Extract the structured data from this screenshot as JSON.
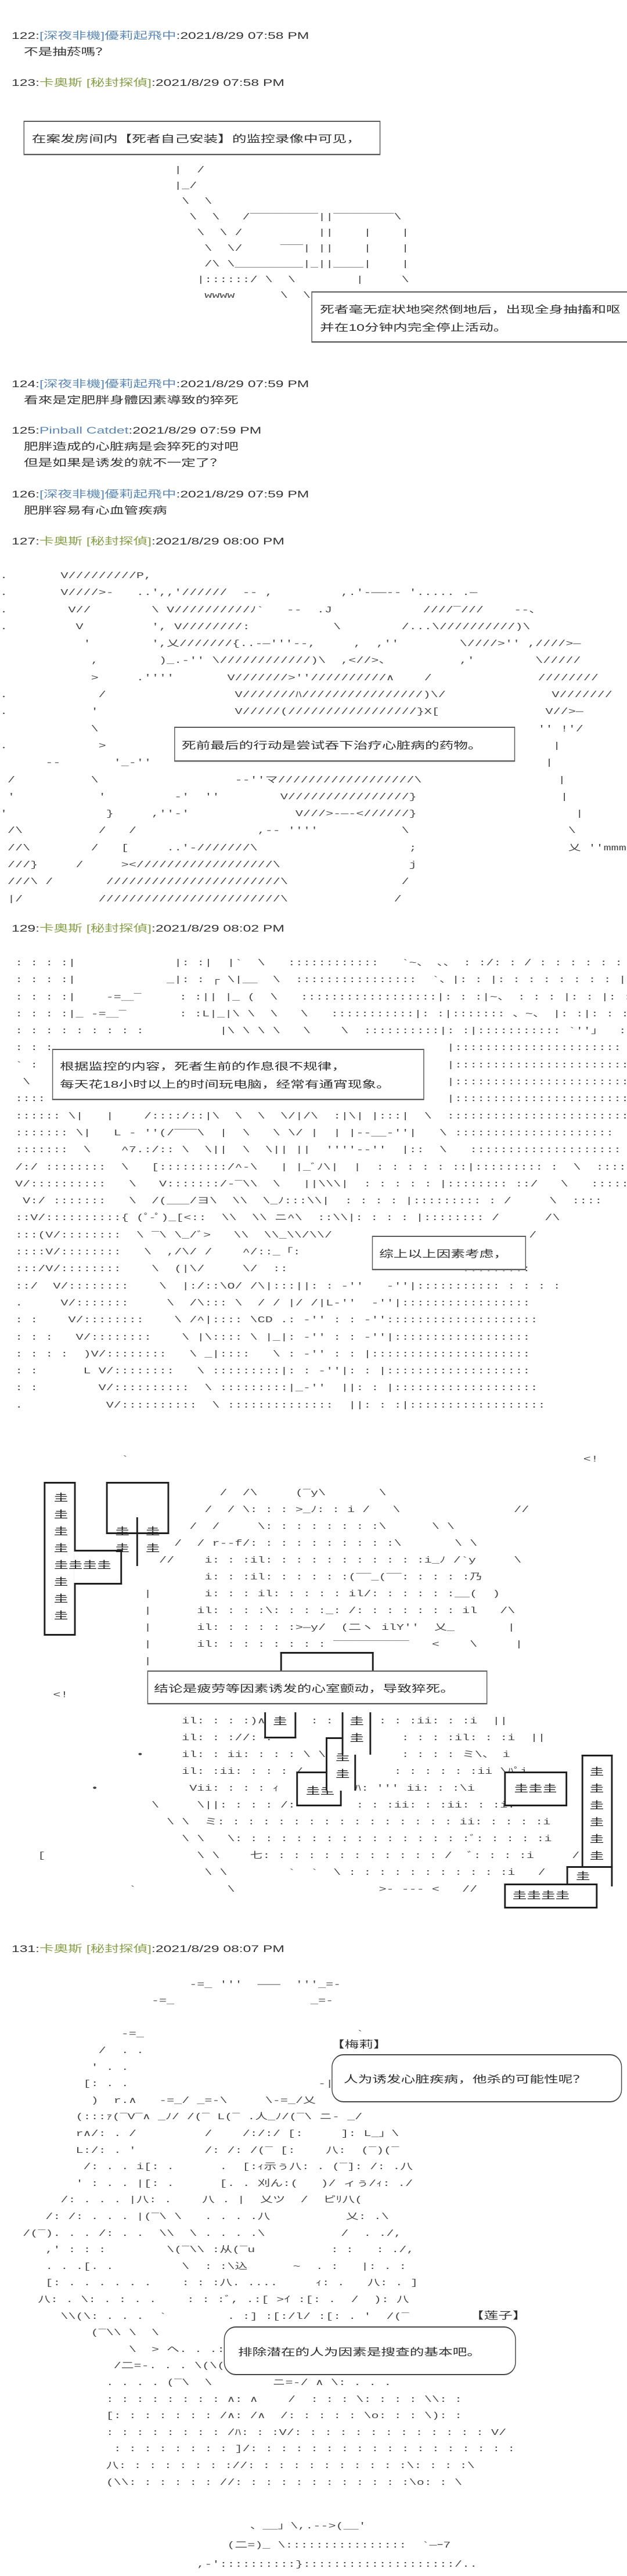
{
  "colors": {
    "text": "#333333",
    "name_blue": "#5b88b5",
    "name_olive": "#88a04a",
    "box_border": "#5a5a5a",
    "ascii_art": "#474747",
    "background": "#ffffff"
  },
  "posts": [
    {
      "num": "122:",
      "name": "[深夜非機]優莉起飛中",
      "time": ":2021/8/29 07:58 PM",
      "body": [
        "不是抽菸嗎？"
      ]
    },
    {
      "num": "123:",
      "name": "卡奧斯 [秘封探偵]",
      "time": ":2021/8/29 07:58 PM",
      "body": []
    },
    {
      "num": "124:",
      "name": "[深夜非機]優莉起飛中",
      "time": ":2021/8/29 07:59 PM",
      "body": [
        "看來是定肥胖身體因素導致的猝死"
      ]
    },
    {
      "num": "125:",
      "name": "Pinball Catdet",
      "time": ":2021/8/29 07:59 PM",
      "body": [
        "肥胖造成的心脏病是会猝死的对吧",
        "但是如果是诱发的就不一定了？"
      ]
    },
    {
      "num": "126:",
      "name": "[深夜非機]優莉起飛中",
      "time": ":2021/8/29 07:59 PM",
      "body": [
        "肥胖容易有心血管疾病"
      ]
    },
    {
      "num": "127:",
      "name": "卡奧斯 [秘封探偵]",
      "time": ":2021/8/29 08:00 PM",
      "body": []
    },
    {
      "num": "129:",
      "name": "卡奧斯 [秘封探偵]",
      "time": ":2021/8/29 08:02 PM",
      "body": []
    },
    {
      "num": "131:",
      "name": "卡奧斯 [秘封探偵]",
      "time": ":2021/8/29 08:07 PM",
      "body": []
    }
  ],
  "captions": {
    "c1": "在案发房间内【死者自己安装】的监控录像中可见，",
    "c2": [
      "死者毫无症状地突然倒地后，出现全身抽搐和呕",
      "并在10分钟内完全停止活动。"
    ],
    "c3": "死前最后的行动是尝试吞下治疗心脏病的药物。",
    "c4": [
      "根据监控的内容，死者生前的作息很不规律，",
      "每天花18小时以上的时间玩电脑，经常有通宵现象。"
    ],
    "c5": "综上以上因素考虑，",
    "c6": "结论是疲劳等因素诱发的心室颤动，导致猝死。"
  },
  "speech": [
    {
      "speaker": "【梅莉】",
      "text": "人为诱发心脏疾病，他杀的可能性呢？"
    },
    {
      "speaker": "【莲子】",
      "text": "排除潜在的人为因素是搜查的基本吧。"
    }
  ],
  "gui": {
    "left_bar": [
      "圭",
      "圭",
      "圭",
      "圭",
      "",
      "圭",
      "圭",
      "圭"
    ],
    "left_row": "圭圭圭圭",
    "left_pair_a": [
      "圭",
      "圭"
    ],
    "left_pair_b": [
      "圭",
      "圭"
    ],
    "mid_cap": "圭",
    "mid_s1": [
      "圭",
      "圭"
    ],
    "mid_s2": [
      "圭",
      "圭"
    ],
    "mid_s3": "圭圭",
    "right_box": "圭圭圭",
    "right_bar": [
      "圭",
      "圭",
      "圭",
      "圭",
      "圭",
      "圭"
    ],
    "right_step": "圭",
    "right_bottom": "圭圭圭圭"
  },
  "aa": {
    "scene_collapse": [
      "|  /",
      "|_/",
      " \\  \\",
      "  \\  \\   /‾‾‾‾‾‾‾‾‾||‾‾‾‾‾‾‾‾\\",
      "   \\  \\ /          ||    |    |",
      "    \\  \\/     ‾‾‾| ||    |    |",
      "    /\\ \\_________|_||____|    |",
      "   |::::::/ \\  \\        |     \\",
      "    wwww      \\  \\             \\"
    ],
    "scene_pills": [
      ".       V/////////P,",
      ".       V////>-   ..',,'//////  -- ,         ,.'-――-- '..... .―",
      ".        V//        \\ V//////////ﾉ`   --  .J            ////‾///    --、",
      ".         V         ', V////////:           \\        /...\\//////////)\\",
      "           '        ',乂///////{..-―'''--,     ,  ,''        \\////>'' ,////>―",
      "            ,        )_.-'' \\////////////)\\  ,<//>、         ,'        \\/////",
      "            >     .''''       V///////>''//////////∧    /              ////////",
      ".            /                 V///////ﾊ////////////////)\\/              V///////",
      ".           '                  V/////(/////////////////}X[              V//>―",
      "            \\                                                          '' !'/",
      ".            >                                                           |",
      "      --       '_-''                                                    |",
      " /          \\                  --''マ//////////////////\\                  |",
      " '           '         -'  ''        V////////////////}                   |",
      "'             }     ,''-'              V///>-―-<//////}                     |",
      " /\\          /   /                ,-- ''''           \\                     \\",
      " //\\        /   [     ..'-///////\\                    ;                    乂 ''mmm''",
      " ///}     /     ><//////////////////\\                 j",
      " ///\\ /       ///////////////////////\\               /",
      " |/          ////////////////////////\\              /"
    ],
    "scene_room": [
      "  : : : :|             |: :|  |`  \\   ::::::::::::   `~、 、、 : :/: : / : : : : : : |: : |: : : :",
      "  : : : :|            _|: : ┌ \\|__  \\  ::::::::::::::::  `、|: : |: : : : : : : : |: : :|: : : :",
      "  : : : :|    -=＿‾     : :|| |_ (  \\   ::::::::::::::::::|: : :|~、 : : : |: : |: : : : : :",
      "  : : : :|_ -=＿‾       : :L|_|\\ \\  \\   \\   :::::::::::|: :|::::::: 、~、 |: :|: : : : :",
      "  : : : : : : : : :          |\\ \\ \\ \\   \\    \\  ::::::::::|: :|::::::::::: `''」  : : : : :",
      "  : : :                                                    |::::::::::::::::::::::   `~、: : :",
      "  ` :                                                      |:::::::::::::::::::::::::      、~",
      "   \\                                                       |:::::::::::::::::::::::::::::::::::",
      "  ::::                                                     |:::::::::::::::::::::::::::::::::::",
      "  :::::: \\|   |    /::::/::|\\  \\  \\  \\/|/\\  :|\\| |:::|  \\  ::::::::::::::::::::::::",
      "  ::::::: \\|   L - ''(/‾‾‾\\  |  \\   \\ \\/ |  | |--__-''|   \\ :::::::::::::::::::::",
      "  :::::::  \\    ^7.:/:: \\  \\||  \\  \\|| ||  ''''--''  |::  \\   ::::::::::::::::::::",
      "  /:/ ::::::::  \\   [:::::::::/^-\\   | |_ﾞﾉ\\|  |  : : : : : ::|::::::::: :  \\  ::::::",
      "  V/::::::::::   \\   V:::::::/-‾\\\\  \\   ||\\\\\\|  : : : : : |:::::::: ::/   \\   :::::",
      "   V:/ :::::::   \\  /(___/ヨ\\  \\\\  \\_ﾉ:::\\\\|  : : : : |::::::::: : /     \\  ::::",
      "  ::V/::::::::::{ (ﾟ-ﾟ)_[<::  \\\\  \\\\ ニ^\\  ::\\\\|: : : : |:::::::: /      /\\",
      "  :::(V/::::::::  \\ ‾\\ \\_/ﾞ>   \\\\  \\\\_\\\\/\\\\/                          /",
      "  ::::V/::::::::   \\  ,/\\/ /    ^/::_「:                     ::\\ /:::",
      "  :::/V/::::::::    \\  (|\\/     \\/  ::                       :::::::::",
      "  ::/  V/::::::::    \\  |:/::\\O/ /\\|:::||: : -''   -''|::::::::::: : : : :",
      "  .     V/:::::::     \\  /\\::: \\  / / |/ /|L-''  -''|:::::::::::::::::",
      "  : :    V/::::::::    \\ /^|:::: \\CD .: -'' : : -''::::::::::::::::::::",
      "  : : :   V/::::::::    \\ |\\:::: \\ |_|: -'' : : -''|::::::::::::::::::",
      "  : : : :  )V/::::::::   \\ _|::::   \\ : -'' : : |:::::::::::::::::::::",
      "  : :      L V/::::::::   \\ :::::::::|: : -''|: : |:::::::::::::::::::",
      "  : :        V/::::::::::  \\ :::::::::|_-''  ||: : |:::::::::::::::::::",
      "  .           V/::::::::::  \\ ::::::::::::::  ||: : :|::::::::::::::::::"
    ],
    "scene_conclusion_top": [
      "                `                                                            <!",
      "",
      "                             /  /\\     (‾y\\       \\",
      "                           /  / \\: : : >_ﾉ: : i /   \\               //",
      "                         /  /     \\: : : : : : : :\\      \\ \\",
      "                       /  / r--f/: : : : : : : : : :\\       \\ \\",
      "                     //    i: : :il: : : : : : : : : : :i_ﾉ /`y     \\",
      "                           i: : :il: : : : : :(‾‾_(‾‾: : : : :乃",
      "                   |       i: : : il: : : : : il/: : : : : :__(  )                         ｨ",
      "                   |      il: : : :\\: : : :_: /: : : : : : : il   /\\",
      "                   |      il: : : : : :>―y/  (二ヽ ilY''  乂_       |",
      "                   |      il: : : : : : : : ‾‾‾‾‾‾‾‾‾‾   <    \\     |",
      "                   |",
      "",
      "       <!"
    ],
    "scene_conclusion_bottom": [
      "                        il: : : :)∧      : : :    : : :ii: : :i  ||",
      "                        il: : ://: :          : :    : : : :il: : :i  ||",
      "                  •     il: : ii: : : : \\ \\: :       : : : : ミ\\、 i",
      "                        il: :ii: : : : /            : : : : : :ii \\ﾊﾟi",
      "            •            Vii: : : : ｨ          ﾊ: ''' ii: : :\\i",
      "                    \\     \\||: : : : /:        : : :ii: : :ii: : :i:",
      "                      \\ \\  ミ: : : : : : : : : : : : : : : : ii: : : : :i",
      "                        \\ \\   \\: : : : : : : : : : : : : : : :ﾞ: : : : :i",
      "     [                    \\ \\    七: : : : : : : : : : : : /  ﾞ: : : :i     /",
      "                           \\ \\        `  `  \\ : : : : : : : : : : :i   /",
      "                 `            \\                   >- --- <   //"
    ],
    "scene_duo": [
      "                         -=_ '''  ―――  '''_=-",
      "                    -=_                  _=-",
      "",
      "                -=_                            `",
      "             /  . .",
      "            ' . .",
      "           [: . .                         -|",
      "            )  r.∧   -=_/ _=-\\     \\-=_/乂",
      "          (:::ｧ(‾V‾∧ _ﾉ/ /(‾ L(‾ .人_ﾉ/(‾\\ ニ- _/",
      "          r∧/: . /         /    /:/:/ [:     ]: L_」\\",
      "          L:/: . '         /: /: /(‾ [:    八:  (‾)(‾",
      "           /: . . i[: .      .  [:ｨ示ぅ八: . (‾]: /: .八",
      "          ' : . . |[: .      [. . 刈ん:(   )/ ィぅ/ｨ: ./",
      "        /: . . . |八: .    八 . |  乂ツ  /  ピﾘ八(",
      "      /: /: . . . |(‾\\ \\   . . . .八          乂: .\\",
      "   /(‾). . . /: . .  \\\\  \\ . . . .\\          /  . ./,",
      "      ,' : : :        \\(‾\\\\ :从(‾u          : :   : ./,",
      "      . . .[. .         \\  : :\\込      ~  . :   |: . :",
      "      [: . . . . . .    : : :八. ....     ｨ: .   八: . ]",
      "     八: . \\: . : . .    : : :ﾞ, .:[ >ｲ :[: .  /  ): 八",
      "        \\\\(\\: . . .  `        . :] :[:/l/ :[: . '  /(‾",
      "            (‾\\\\ \\  \\",
      "                 \\  > へ. . .: : |",
      "               /二=-. . . \\(\\(\\",
      "              . . . . (‾\\  \\        ニ=-/ ∧ \\: . . .",
      "              : : : : : : : : ∧: ∧    /  : : : \\: : : : \\\\: :",
      "              [: : : : : : : /∧: /∧  /: : : : : \\o: : : \\): :",
      "              : : : : : : : : /ﾊ: : :V/: : : : : : : : : : : : : V/",
      "               : : : : : : : : ]/: : : : : : : : : : : : : : : : : :",
      "              八: : : : : : : ://: : : : : : : : : : :\\: : : :\\",
      "              (\\\\: : : : : : //: : : : : : : : : : : :\\o: : \\"
    ],
    "scene_duo_feet": [
      "                                 、__」\\,.-->(__'",
      "                              (二=)_ \\::::::::::::::::  `―ｰ7",
      "                          ,-'::::::::::}::::::::::::::::::::/.."
    ]
  }
}
